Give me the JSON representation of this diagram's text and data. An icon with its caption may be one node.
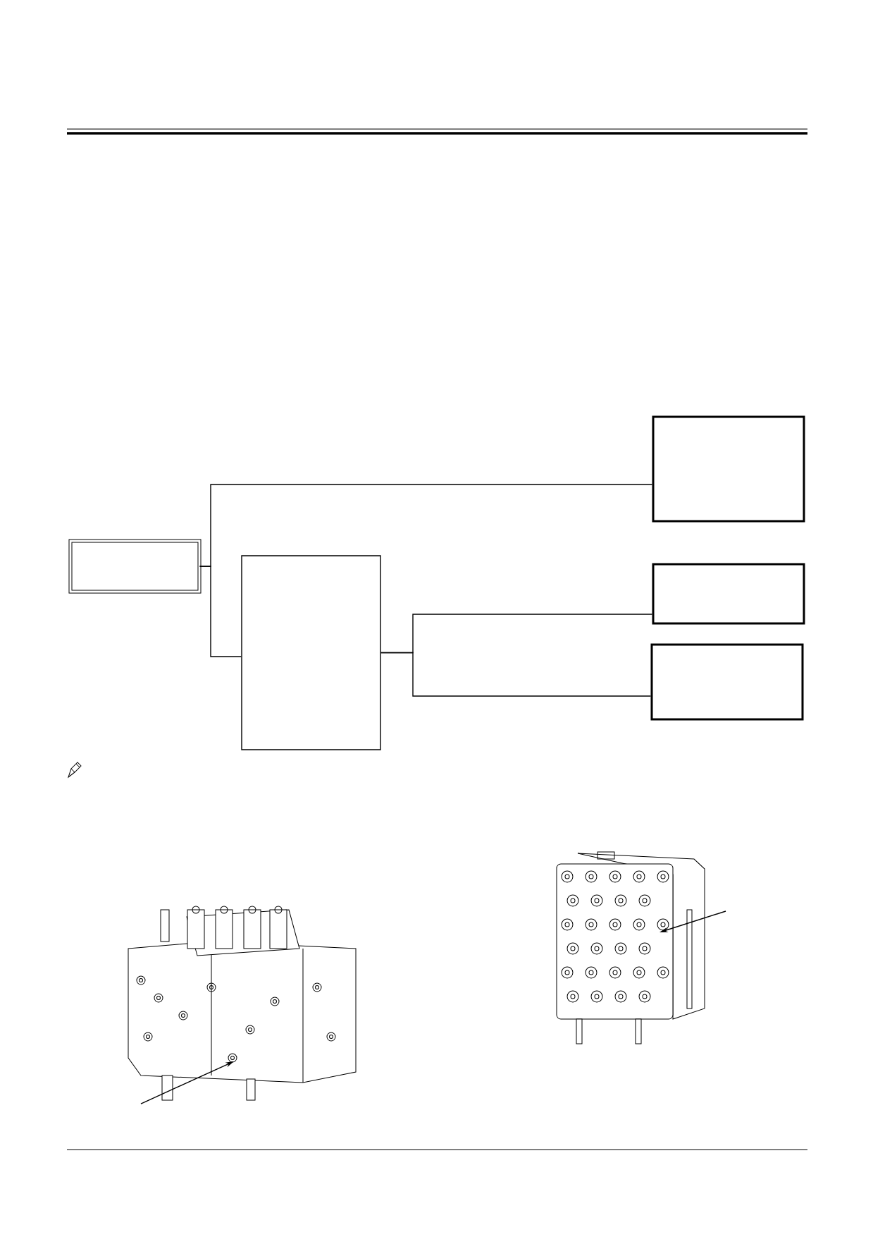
{
  "diagram": {
    "nodes": [
      {
        "text": [],
        "shape": "box"
      },
      {
        "text": [],
        "shape": "box"
      },
      {
        "text": [],
        "shape": "box"
      },
      {
        "text": [],
        "shape": "box"
      },
      {
        "text": [],
        "shape": "box"
      },
      {
        "text": [],
        "shape": "picture"
      },
      {
        "text": [],
        "shape": "picture"
      }
    ],
    "edges": [
      {
        "from": 0,
        "to": 1,
        "arrow": "none"
      },
      {
        "from": 0,
        "to": 2,
        "arrow": "none"
      },
      {
        "from": 2,
        "to": 3,
        "arrow": "none"
      },
      {
        "from": 2,
        "to": 4,
        "arrow": "none"
      },
      {
        "from": null,
        "to": 5,
        "arrow": "to"
      },
      {
        "from": null,
        "to": 6,
        "arrow": "to"
      }
    ]
  }
}
